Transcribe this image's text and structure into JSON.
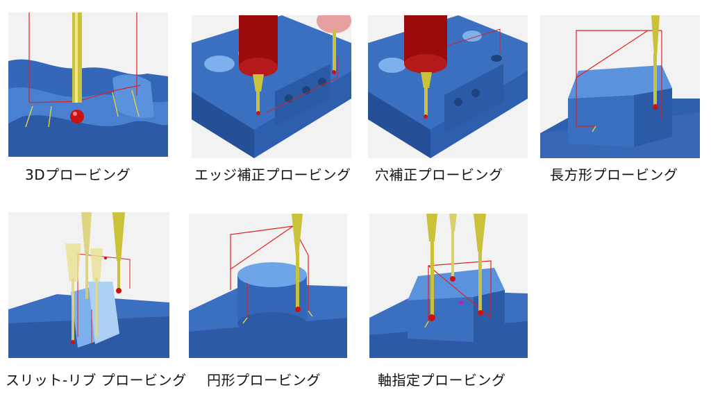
{
  "captions": [
    "3Dプロービング",
    "エッジ補正プロービング",
    "穴補正プロービング",
    "長方形プロービング",
    "スリット-リブ プロービング",
    "円形プロービング",
    "軸指定プロービング"
  ],
  "colors": {
    "part_blue": "#3b6fc0",
    "part_dark": "#254f97",
    "probe_yellow": "#c9c23a",
    "tip_red": "#cc1111",
    "toolpath_red": "#e02020",
    "holder_red": "#9b0b0b",
    "panel_bg": "#efefef"
  }
}
